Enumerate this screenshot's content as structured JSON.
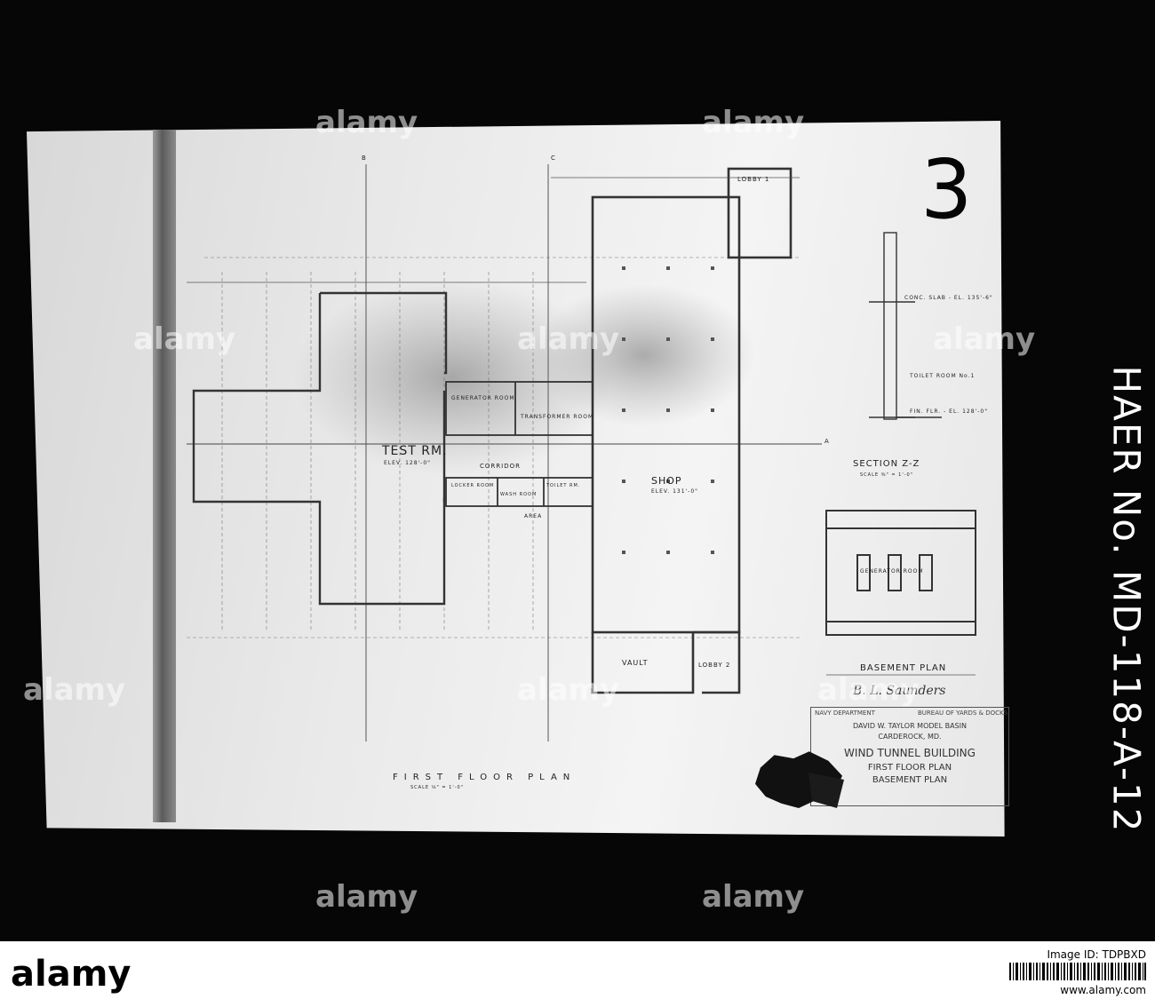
{
  "sheet_number": "3",
  "haer_number": "HAER No. MD-118-A-12",
  "plan": {
    "first_floor_title": "FIRST FLOOR PLAN",
    "first_floor_scale": "SCALE ⅛\" = 1'-0\"",
    "basement_title": "BASEMENT PLAN",
    "section_title": "SECTION Z-Z",
    "section_scale": "SCALE ⅜\" = 1'-0\"",
    "grid_b_label": "B",
    "grid_c_label": "C",
    "grid_a_label": "A"
  },
  "rooms": {
    "test_room": "TEST RM.",
    "test_room_elev": "ELEV. 128'-0\"",
    "shop": "SHOP",
    "shop_elev": "ELEV. 131'-0\"",
    "vault": "VAULT",
    "lobby_1": "LOBBY 1",
    "lobby_2": "LOBBY 2",
    "generator_room": "GENERATOR ROOM",
    "transformer_room": "TRANSFORMER ROOM",
    "locker_room": "LOCKER ROOM",
    "toilet_room": "TOILET RM.",
    "wash_room": "WASH ROOM",
    "corridor": "CORRIDOR",
    "area": "AREA",
    "toilet_room_no1": "TOILET ROOM No.1",
    "conc_slab": "CONC. SLAB - EL. 135'-6\"",
    "fin_flr": "FIN. FLR. - EL. 128'-0\"",
    "generator_room_basement": "GENERATOR ROOM"
  },
  "title_block": {
    "department": "NAVY DEPARTMENT",
    "bureau": "BUREAU OF YARDS & DOCKS",
    "line1": "DAVID W. TAYLOR MODEL BASIN",
    "line2": "CARDEROCK, MD.",
    "line3": "WIND TUNNEL BUILDING",
    "line4": "FIRST FLOOR PLAN",
    "line5": "BASEMENT PLAN",
    "signature": "B. L. Saunders"
  },
  "watermark": {
    "text": "alamy"
  },
  "footer": {
    "logo": "alamy",
    "image_id": "Image ID: TDPBXD",
    "site": "www.alamy.com"
  },
  "colors": {
    "background": "#000000",
    "paper": "#eeeeee",
    "ink": "#333333"
  }
}
